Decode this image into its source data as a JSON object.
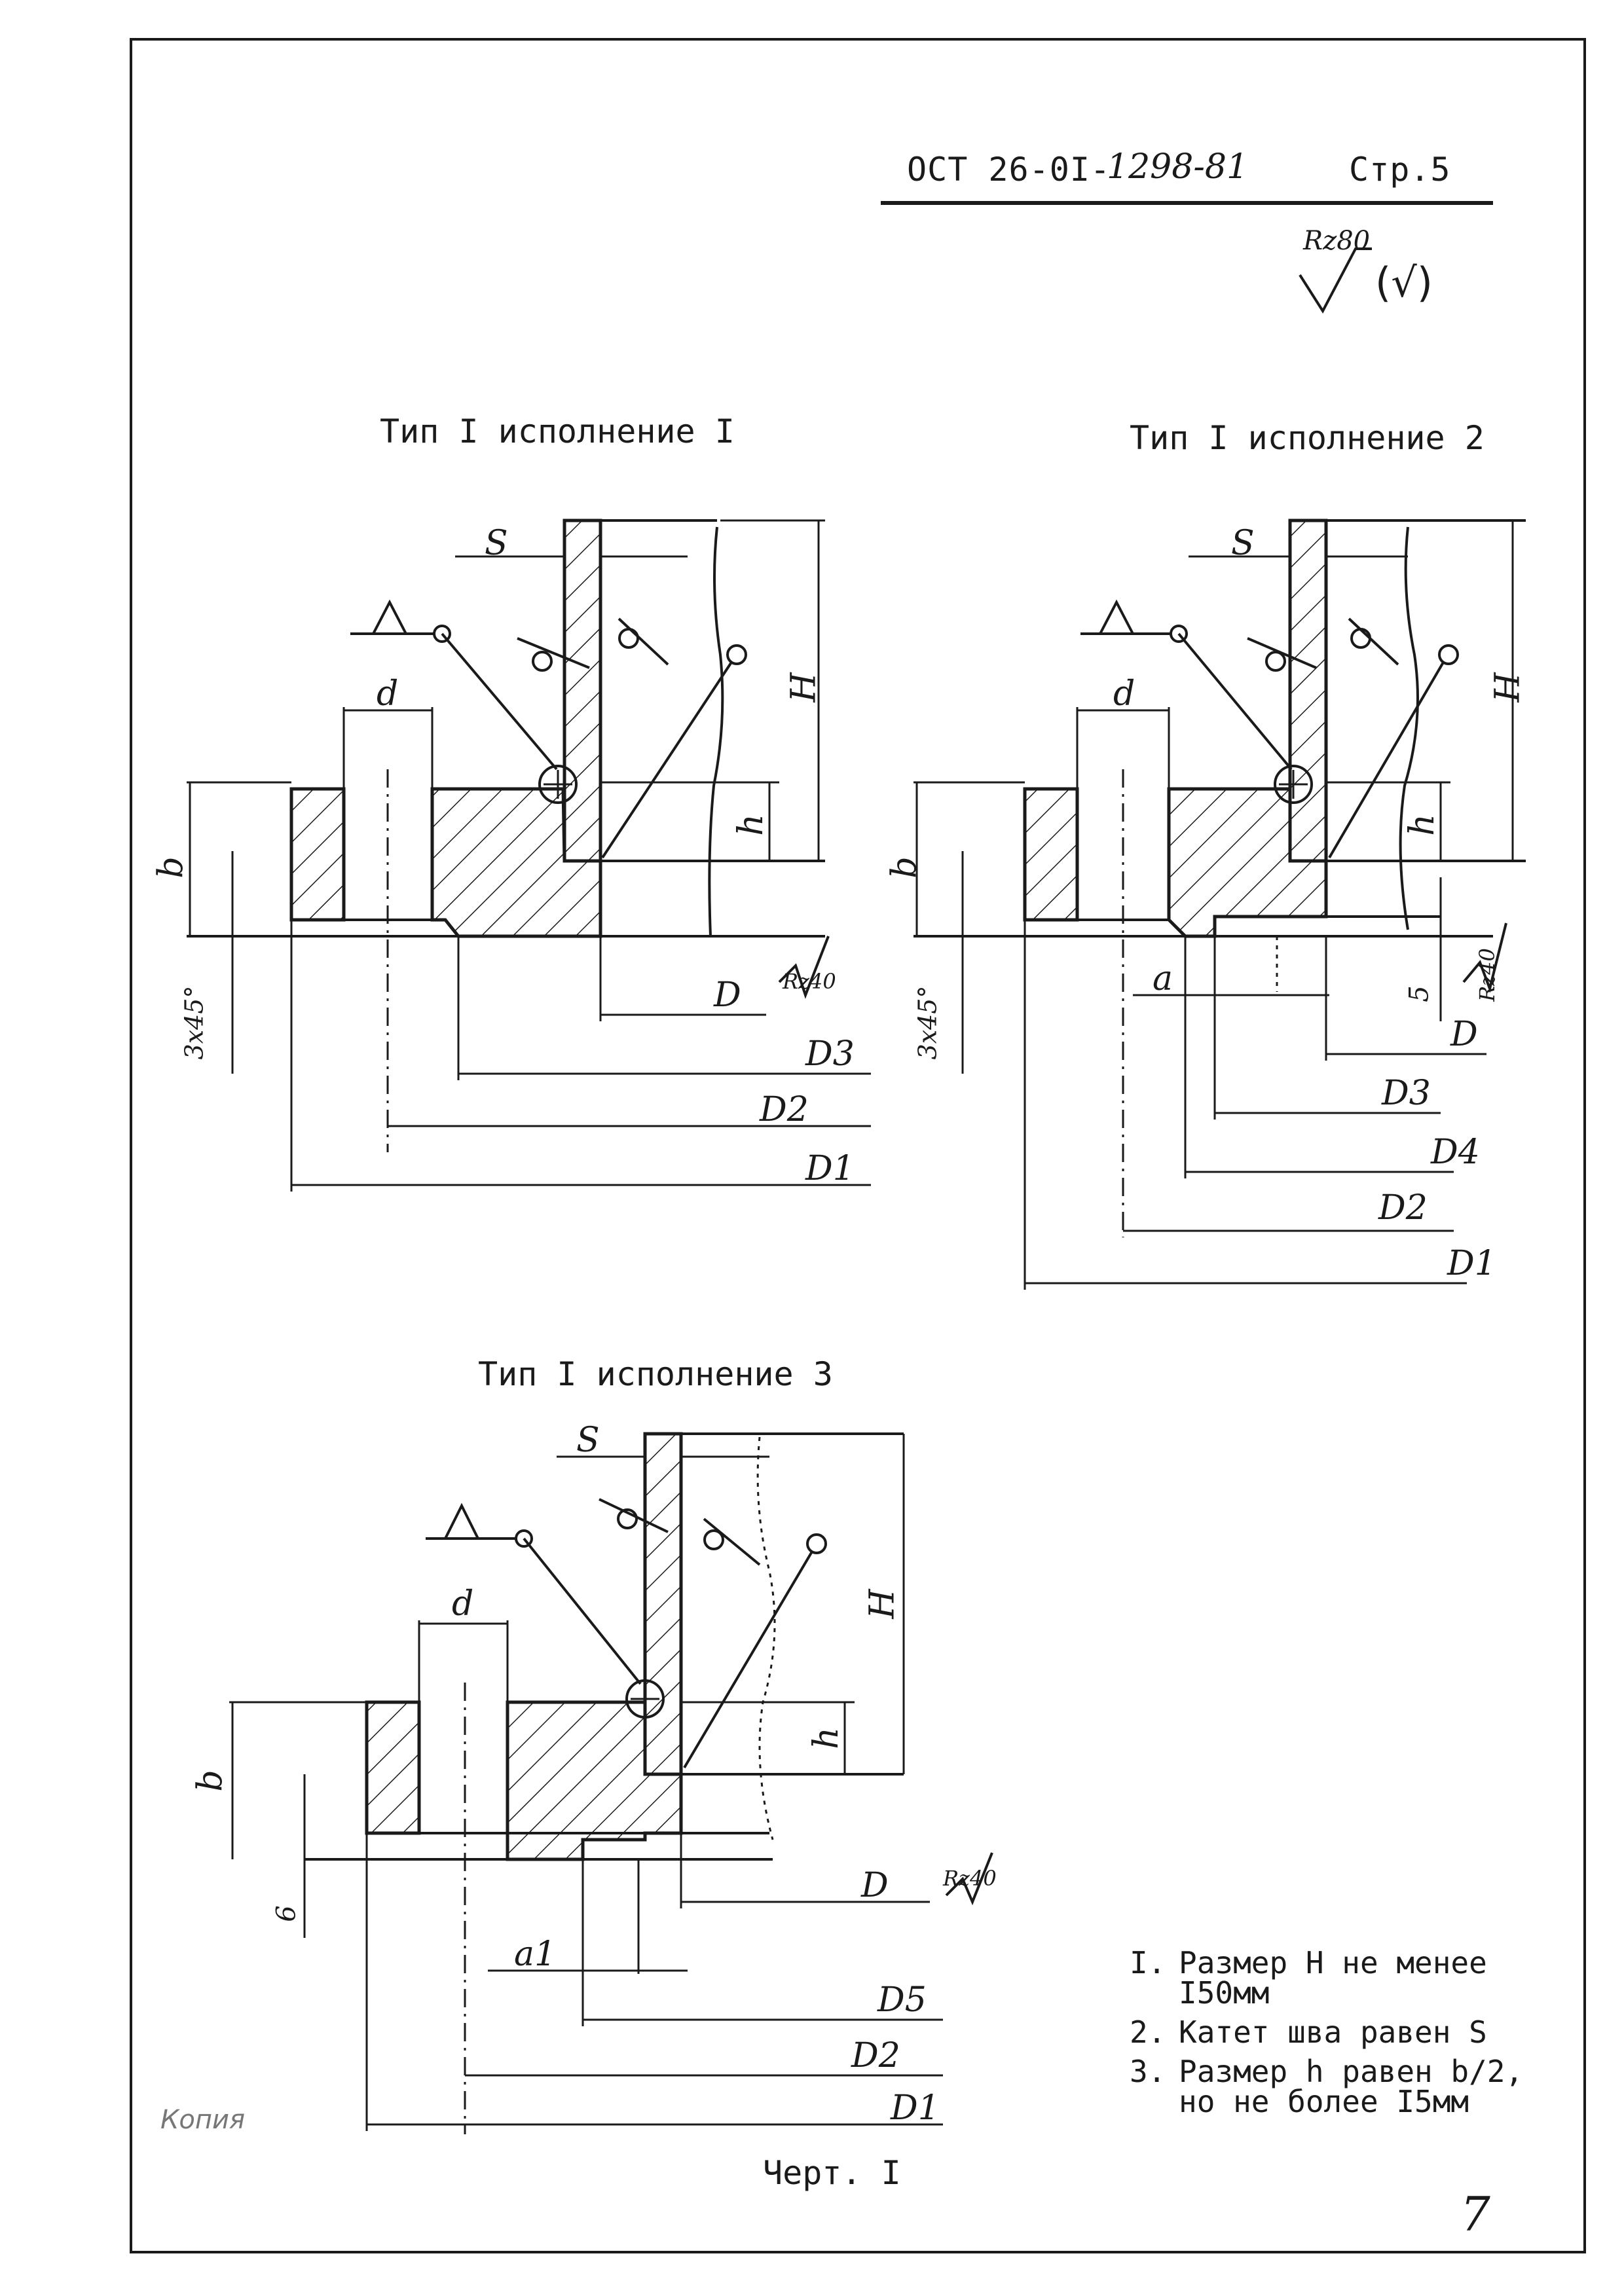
{
  "header": {
    "standard": "ОСТ 26-0I-",
    "standard_hand": "1298-81",
    "page": "Стр.5",
    "roughness_main": "Rz80",
    "roughness_other": "(√)"
  },
  "views": [
    {
      "title": "Тип I  исполнение I",
      "dims": {
        "S": "S",
        "d": "d",
        "H": "H",
        "h": "h",
        "b": "b",
        "chamfer": "3x45°",
        "roughness": "Rz40",
        "D": "D",
        "D3": "D3",
        "D2": "D2",
        "D1": "D1"
      }
    },
    {
      "title": "Тип I  исполнение 2",
      "dims": {
        "S": "S",
        "d": "d",
        "H": "H",
        "h": "h",
        "b": "b",
        "chamfer": "3x45°",
        "a": "a",
        "five": "5",
        "roughness": "Rz40",
        "D": "D",
        "D3": "D3",
        "D4": "D4",
        "D2": "D2",
        "D1": "D1"
      }
    },
    {
      "title": "Тип I исполнение 3",
      "dims": {
        "S": "S",
        "d": "d",
        "H": "H",
        "h": "h",
        "b": "b",
        "six": "6",
        "a1": "a1",
        "roughness": "Rz40",
        "D": "D",
        "D5": "D5",
        "D2": "D2",
        "D1": "D1"
      }
    }
  ],
  "notes": [
    {
      "num": "I.",
      "text": "Размер Н не менее I50мм"
    },
    {
      "num": "2.",
      "text": "Катет шва равен S"
    },
    {
      "num": "3.",
      "text": "Размер h равен b/2, но не более I5мм"
    }
  ],
  "caption": "Черт. I",
  "stamp": "Копия",
  "sheet_number": "7"
}
